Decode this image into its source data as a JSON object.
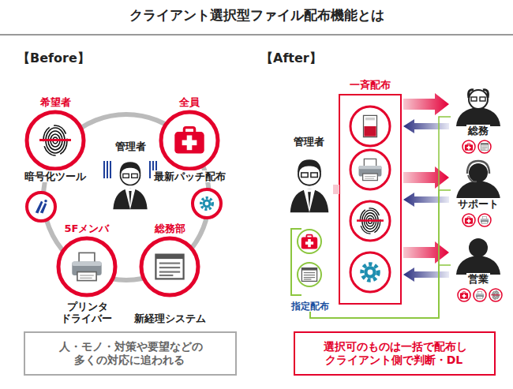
{
  "diagram": {
    "title": "クライアント選択型ファイル配布機能とは",
    "nodes": [
      {
        "text": [
          "希望者",
          "暗号化ツール"
        ]
      },
      {
        "text": [
          "全員",
          "最新パッチ配布"
        ]
      },
      {
        "text": [
          "管理者"
        ]
      },
      {
        "text": [
          "5Fメンバ",
          "プリンタ ドライバー"
        ]
      },
      {
        "text": [
          "総務部",
          "新経理システム"
        ]
      },
      {
        "text": [
          "人・モノ・対策や要望などの 多くの対応に追われる"
        ]
      },
      {
        "text": [
          "管理者"
        ]
      },
      {
        "text": [
          "一斉配布"
        ]
      },
      {
        "text": [
          "指定配布"
        ]
      },
      {
        "text": [
          "総務"
        ]
      },
      {
        "text": [
          "サポート"
        ]
      },
      {
        "text": [
          "営業"
        ]
      },
      {
        "text": [
          "選択可のものは一括で配布し クライアント側で判断・DL"
        ]
      }
    ],
    "edges": [
      {
        "from": 6,
        "to": 7,
        "arrow": "none"
      },
      {
        "from": 7,
        "to": 9,
        "arrow": "to"
      },
      {
        "from": 9,
        "to": 7,
        "arrow": "to"
      },
      {
        "from": 7,
        "to": 10,
        "arrow": "to"
      },
      {
        "from": 10,
        "to": 7,
        "arrow": "to"
      },
      {
        "from": 7,
        "to": 11,
        "arrow": "to"
      },
      {
        "from": 11,
        "to": 7,
        "arrow": "to"
      },
      {
        "from": 8,
        "to": 9,
        "arrow": "none"
      },
      {
        "from": 8,
        "to": 10,
        "arrow": "none"
      },
      {
        "from": 8,
        "to": 11,
        "arrow": "none"
      }
    ],
    "labels": [
      "【Before】",
      "【After】"
    ]
  }
}
